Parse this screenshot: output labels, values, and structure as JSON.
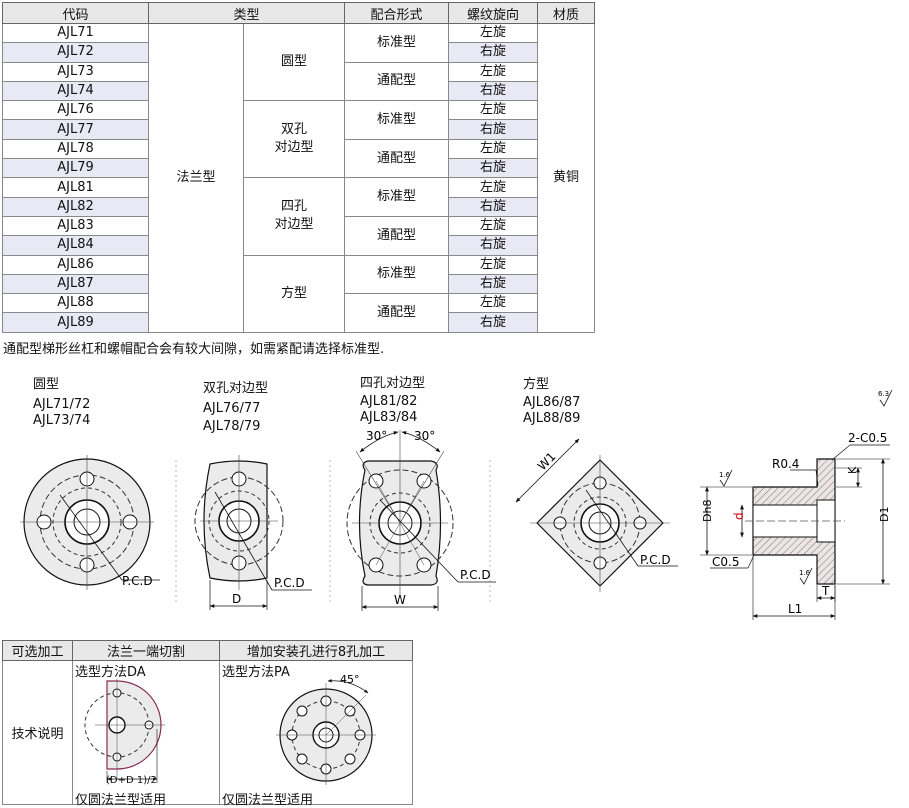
{
  "table": {
    "headers": [
      "代码",
      "类型",
      "配合形式",
      "螺纹旋向",
      "材质"
    ],
    "codes": [
      "AJL71",
      "AJL72",
      "AJL73",
      "AJL74",
      "AJL76",
      "AJL77",
      "AJL78",
      "AJL79",
      "AJL81",
      "AJL82",
      "AJL83",
      "AJL84",
      "AJL86",
      "AJL87",
      "AJL88",
      "AJL89"
    ],
    "type_main": "法兰型",
    "subtypes": [
      {
        "lines": [
          "圆型"
        ]
      },
      {
        "lines": [
          "双孔",
          "对边型"
        ]
      },
      {
        "lines": [
          "四孔",
          "对边型"
        ]
      },
      {
        "lines": [
          "方型"
        ]
      }
    ],
    "fit_standard": "标准型",
    "fit_general": "通配型",
    "thread_left": "左旋",
    "thread_right": "右旋",
    "material": "黄铜"
  },
  "note": "通配型梯形丝杠和螺帽配合会有较大间隙，如需紧配请选择标准型.",
  "drawings": {
    "round": {
      "title": "圆型",
      "line1": "AJL71/72",
      "line2": "AJL73/74",
      "pcd": "P.C.D"
    },
    "two_hole": {
      "title": "双孔对边型",
      "line1": "AJL76/77",
      "line2": "AJL78/79",
      "pcd": "P.C.D",
      "dim": "D"
    },
    "four_hole": {
      "title": "四孔对边型",
      "line1": "AJL81/82",
      "line2": "AJL83/84",
      "pcd": "P.C.D",
      "dim": "W",
      "angle_left": "30°",
      "angle_right": "30°"
    },
    "square": {
      "title": "方型",
      "line1": "AJL86/87",
      "line2": "AJL88/89",
      "pcd": "P.C.D",
      "dim": "W1"
    },
    "section": {
      "r": "R0.4",
      "chamfer_top": "2-C0.5",
      "k": "K",
      "dh8": "Dh8",
      "d": "d",
      "d1": "D1",
      "c05": "C0.5",
      "t": "T",
      "l1": "L1",
      "rough1": "1.6",
      "rough2": "1.6",
      "rough_corner": "6.3"
    }
  },
  "options": {
    "headers": [
      "可选加工",
      "法兰一端切割",
      "增加安装孔进行8孔加工"
    ],
    "row_label": "技术说明",
    "da_title": "选型方法DA",
    "pa_title": "选型方法PA",
    "da_dim": "(D+D 1)/2",
    "pa_angle": "45°",
    "da_note": "仅圆法兰型适用",
    "pa_note": "仅圆法兰型适用"
  },
  "colors": {
    "shade": "#e9e8f5",
    "header": "#e8e8e8",
    "d_label": "#cc0000",
    "da_outline": "#8b2a55"
  }
}
